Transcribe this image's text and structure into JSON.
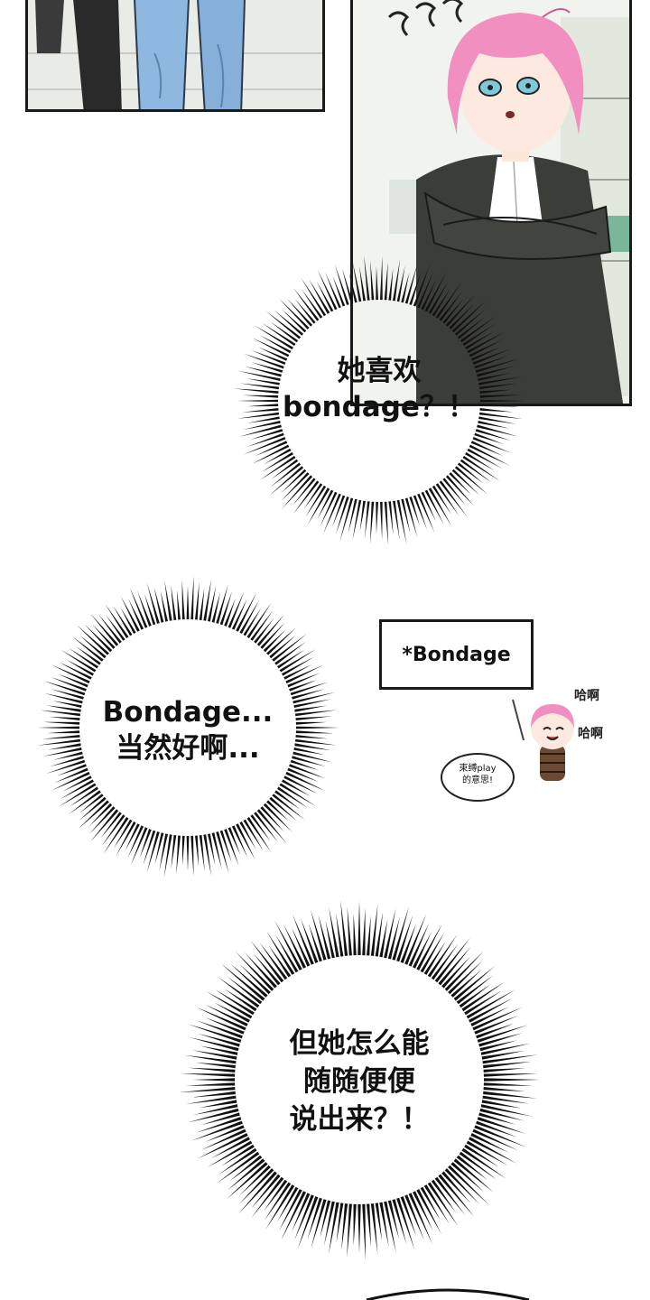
{
  "bursts": {
    "first": {
      "line1": "她喜欢",
      "line2": "bondage？！"
    },
    "second": {
      "line1": "Bondage...",
      "line2": "当然好啊..."
    },
    "third": {
      "line1": "但她怎么能",
      "line2": "随随便便",
      "line3": "说出来？！"
    }
  },
  "note": {
    "text": "*Bondage"
  },
  "chibi": {
    "sfx1": "哈啊",
    "sfx2": "哈啊",
    "bubble_line1": "束缚play",
    "bubble_line2": "的意思!"
  },
  "colors": {
    "hair": "#f08fc0",
    "jacket": "#3b3d38",
    "jeans": "#8fb8e0",
    "background_shop": "#e8eee4"
  }
}
